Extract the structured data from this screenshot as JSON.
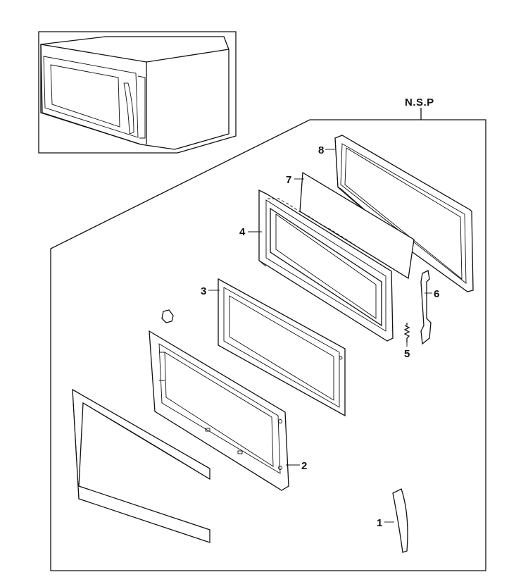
{
  "diagram": {
    "nsp_label": "N.S.P",
    "callouts": [
      {
        "id": "1",
        "text": "1"
      },
      {
        "id": "2",
        "text": "2"
      },
      {
        "id": "3",
        "text": "3"
      },
      {
        "id": "4",
        "text": "4"
      },
      {
        "id": "5",
        "text": "5"
      },
      {
        "id": "6",
        "text": "6"
      },
      {
        "id": "7",
        "text": "7"
      },
      {
        "id": "8",
        "text": "8"
      }
    ]
  }
}
